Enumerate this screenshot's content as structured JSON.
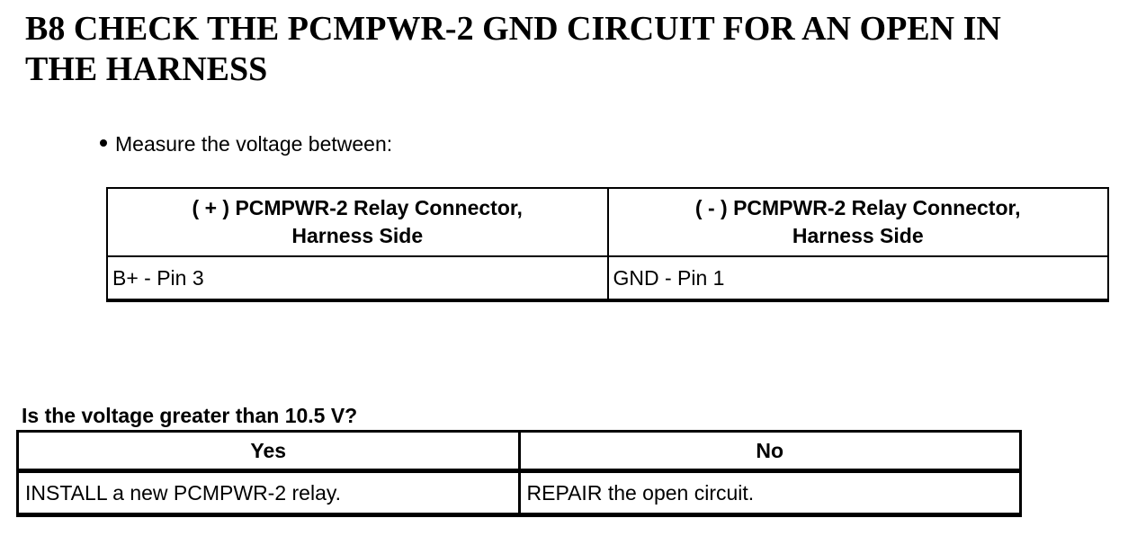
{
  "document": {
    "title": "B8 CHECK THE PCMPWR-2 GND CIRCUIT FOR AN OPEN IN THE HARNESS",
    "instruction": "Measure the voltage between:",
    "question": "Is the voltage greater than 10.5 V?"
  },
  "measurement_table": {
    "headers": [
      {
        "line1": "( + ) PCMPWR-2 Relay Connector,",
        "line2": "Harness Side"
      },
      {
        "line1": "( - ) PCMPWR-2 Relay Connector,",
        "line2": "Harness Side"
      }
    ],
    "rows": [
      [
        "B+ - Pin 3",
        "GND - Pin 1"
      ]
    ]
  },
  "decision_table": {
    "headers": [
      "Yes",
      "No"
    ],
    "rows": [
      [
        "INSTALL a new PCMPWR-2 relay.",
        "REPAIR the open circuit."
      ]
    ]
  },
  "colors": {
    "text": "#000000",
    "background": "#ffffff",
    "table_border": "#000000"
  }
}
